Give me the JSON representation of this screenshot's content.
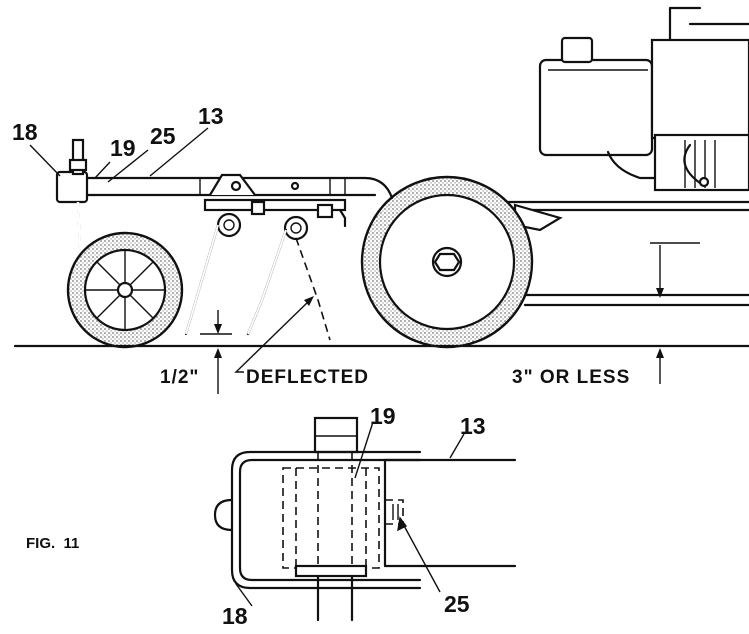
{
  "callouts": {
    "top_18": "18",
    "top_19": "19",
    "top_25": "25",
    "top_13": "13",
    "detail_19": "19",
    "detail_13": "13",
    "detail_25": "25",
    "detail_18": "18"
  },
  "dimensions": {
    "half_inch": "1/2\"",
    "deflected": "DEFLECTED",
    "three_or_less": "3\" OR LESS"
  },
  "figure_label": "FIG.  11",
  "colors": {
    "ink": "#111111",
    "shading": "#bdbdbd",
    "paper": "#ffffff"
  }
}
